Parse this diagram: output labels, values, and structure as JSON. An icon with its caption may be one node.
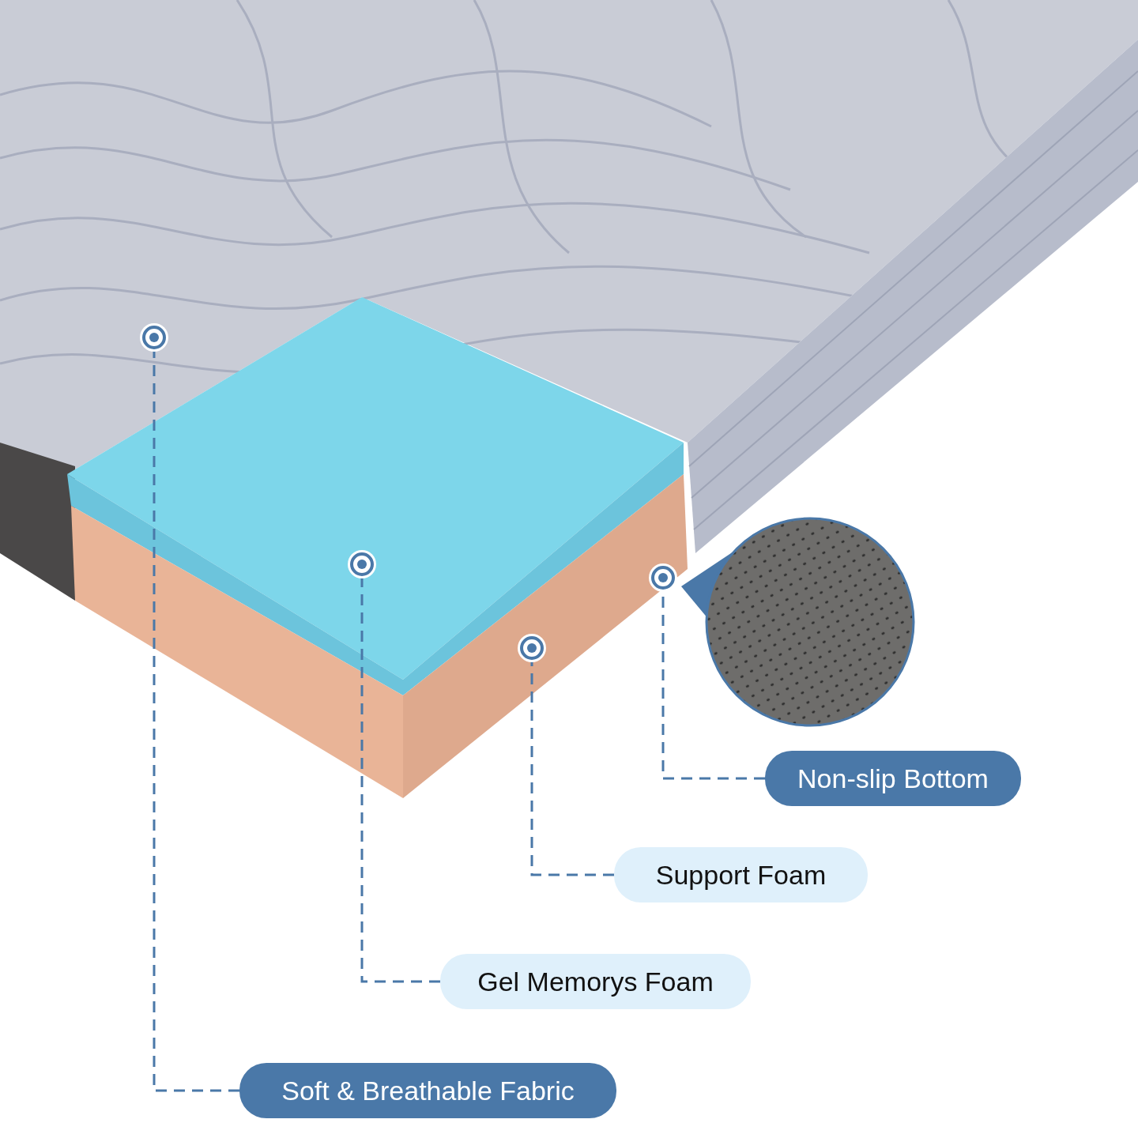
{
  "diagram": {
    "nodes": [
      {
        "text": [],
        "shape": "circle"
      },
      {
        "text": [],
        "shape": "circle"
      },
      {
        "text": [],
        "shape": "circle"
      },
      {
        "text": [],
        "shape": "circle"
      },
      {
        "text": [
          "Non-slip Bottom"
        ]
      },
      {
        "text": [
          "Support Foam"
        ]
      },
      {
        "text": [
          "Gel Memorys Foam"
        ]
      },
      {
        "text": [
          "Soft & Breathable Fabric"
        ]
      }
    ],
    "edges": [
      {
        "from": 4,
        "to": 2,
        "arrow": "none",
        "style": "dashed"
      },
      {
        "from": 5,
        "to": 3,
        "arrow": "none",
        "style": "dashed"
      },
      {
        "from": 6,
        "to": 1,
        "arrow": "none",
        "style": "dashed"
      },
      {
        "from": 7,
        "to": 0,
        "arrow": "none",
        "style": "dashed"
      }
    ]
  }
}
